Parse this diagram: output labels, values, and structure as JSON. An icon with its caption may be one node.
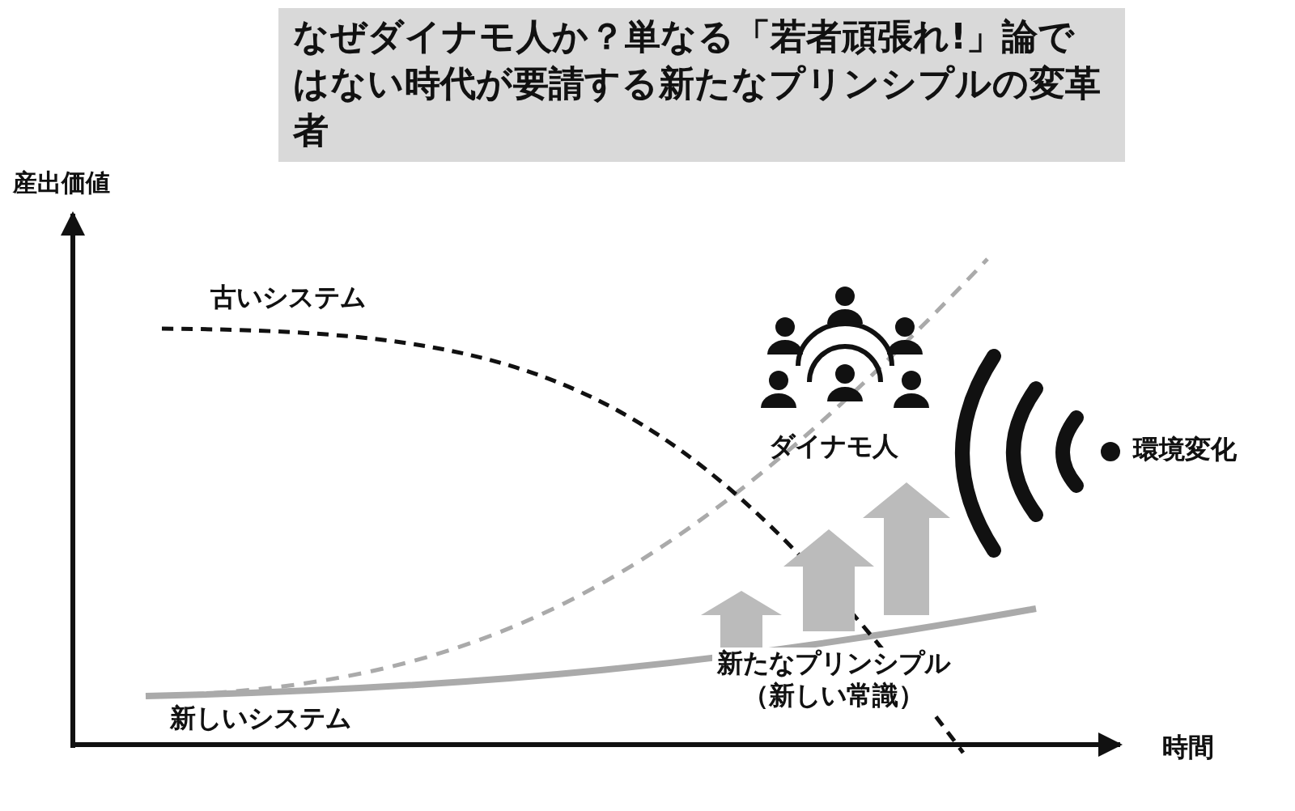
{
  "diagram": {
    "title": "なぜダイナモ人か？単なる「若者頑張れ!」論ではない時代が要請する新たなプリンシプルの変革者",
    "labels": [
      "産出価値",
      "古いシステム",
      "ダイナモ人",
      "環境変化",
      "新たなプリンシプル（新しい常識）",
      "新しいシステム",
      "時間"
    ]
  }
}
